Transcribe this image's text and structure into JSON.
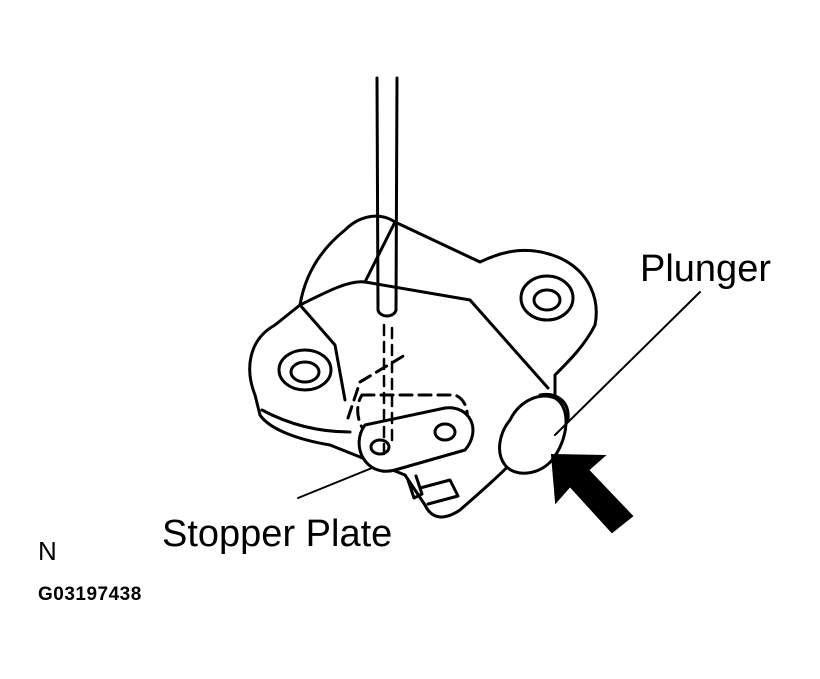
{
  "labels": {
    "plunger": "Plunger",
    "stopper_plate": "Stopper Plate",
    "view_marker": "N",
    "figure_code": "G03197438"
  },
  "colors": {
    "ink": "#000000",
    "paper": "#ffffff"
  }
}
